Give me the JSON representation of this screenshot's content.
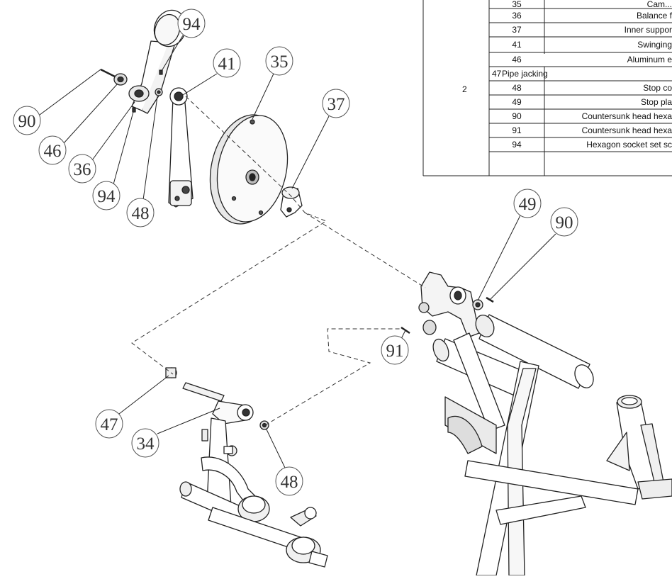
{
  "parts_table": {
    "group_label": "2",
    "rows": [
      {
        "no": "35",
        "name": "Cam..."
      },
      {
        "no": "36",
        "name": "Balance f"
      },
      {
        "no": "37",
        "name": "Inner suppor"
      },
      {
        "no": "41",
        "name": "Swinging"
      },
      {
        "no": "46",
        "name": "Aluminum e"
      },
      {
        "no": "47",
        "name": "Pipe jacking"
      },
      {
        "no": "48",
        "name": "Stop co"
      },
      {
        "no": "49",
        "name": "Stop pla"
      },
      {
        "no": "90",
        "name": "Countersunk head hexa"
      },
      {
        "no": "91",
        "name": "Countersunk head hexa"
      },
      {
        "no": "94",
        "name": "Hexagon socket set sc"
      }
    ]
  },
  "callouts": [
    {
      "id": "c94a",
      "label": "94"
    },
    {
      "id": "c41",
      "label": "41"
    },
    {
      "id": "c35",
      "label": "35"
    },
    {
      "id": "c37",
      "label": "37"
    },
    {
      "id": "c90a",
      "label": "90"
    },
    {
      "id": "c46",
      "label": "46"
    },
    {
      "id": "c36",
      "label": "36"
    },
    {
      "id": "c94b",
      "label": "94"
    },
    {
      "id": "c48a",
      "label": "48"
    },
    {
      "id": "c49",
      "label": "49"
    },
    {
      "id": "c90b",
      "label": "90"
    },
    {
      "id": "c91",
      "label": "91"
    },
    {
      "id": "c47",
      "label": "47"
    },
    {
      "id": "c34",
      "label": "34"
    },
    {
      "id": "c48b",
      "label": "48"
    }
  ],
  "colors": {
    "line": "#222222",
    "callout": "#555555"
  }
}
